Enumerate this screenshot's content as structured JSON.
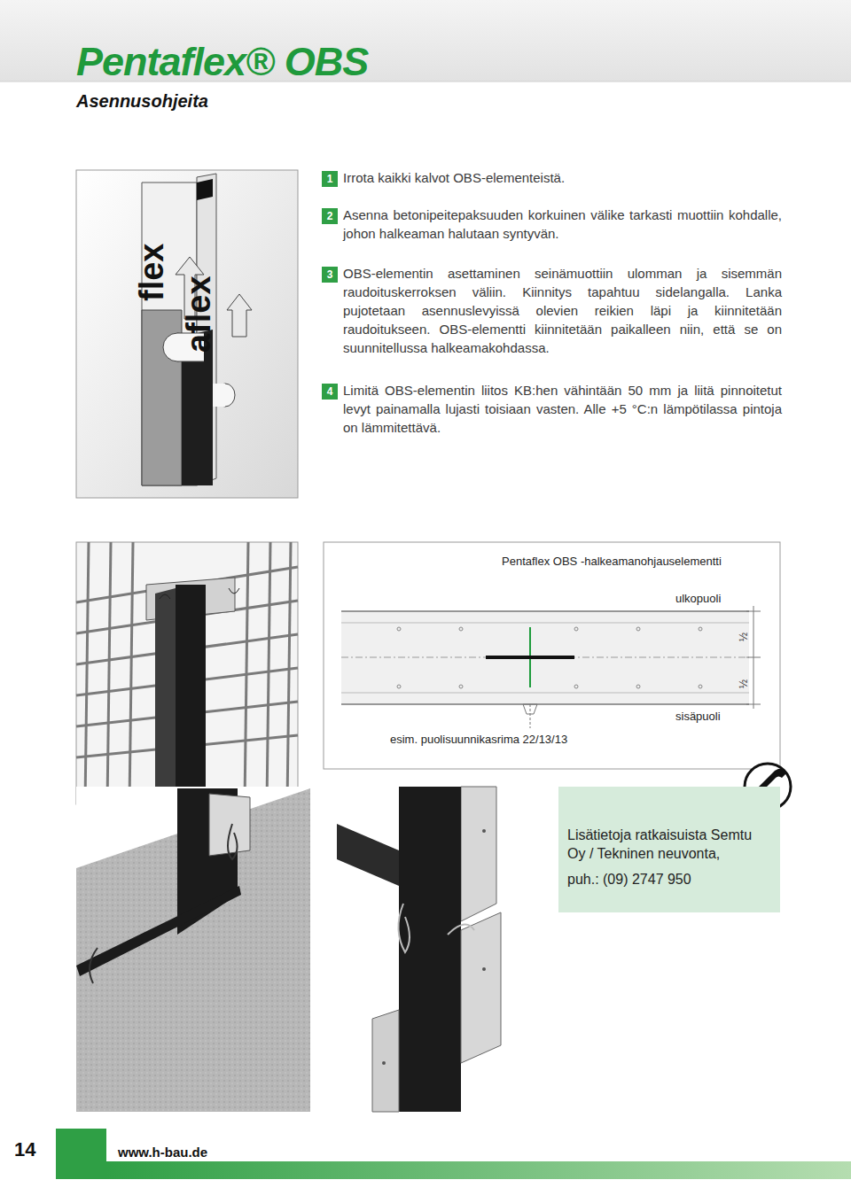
{
  "diagram": {
    "title": "Pentaflex® OBS",
    "nodes": [
      {
        "text": [
          "1"
        ]
      },
      {
        "text": [
          "2"
        ]
      },
      {
        "text": [
          "3"
        ]
      },
      {
        "text": [
          "4"
        ]
      },
      {
        "text": [
          "Lisätietoja ratkaisuista Semtu Oy / Tekninen neuvonta,",
          "puh.: (09) 2747 950"
        ]
      }
    ],
    "labels": [
      "Asennusohjeita",
      "Irrota kaikki kalvot OBS-elementeistä.",
      "Asenna betonipeitepaksuuden korkuinen välike tarkasti muottiin kohdalle, johon halkeaman halutaan syntyvän.",
      "OBS-elementin asettaminen seinämuottiin ulomman ja sisemmän raudoituskerroksen väliin. Kiinnitys tapahtuu sidelangalla. Lanka pujotetaan asennuslevyissä olevien reikien läpi ja kiinnitetään raudoitukseen. OBS-elementti kiinnitetään paikalleen niin, että se on suunnitellussa halkeamakohdassa.",
      "Limitä OBS-elementin liitos KB:hen vähintään 50 mm ja liitä pinnoitetut levyt painamalla lujasti toisiaan vasten. Alle +5 °C:n lämpötilassa pintoja on lämmitettävä.",
      "Pentaflex OBS -halkeamanohjauselementti",
      "ulkopuoli",
      "½",
      "½",
      "sisäpuoli",
      "esim. puolisuunnikasrima 22/13/13",
      "flex",
      "aflex",
      "14",
      "www.h-bau.de"
    ]
  }
}
